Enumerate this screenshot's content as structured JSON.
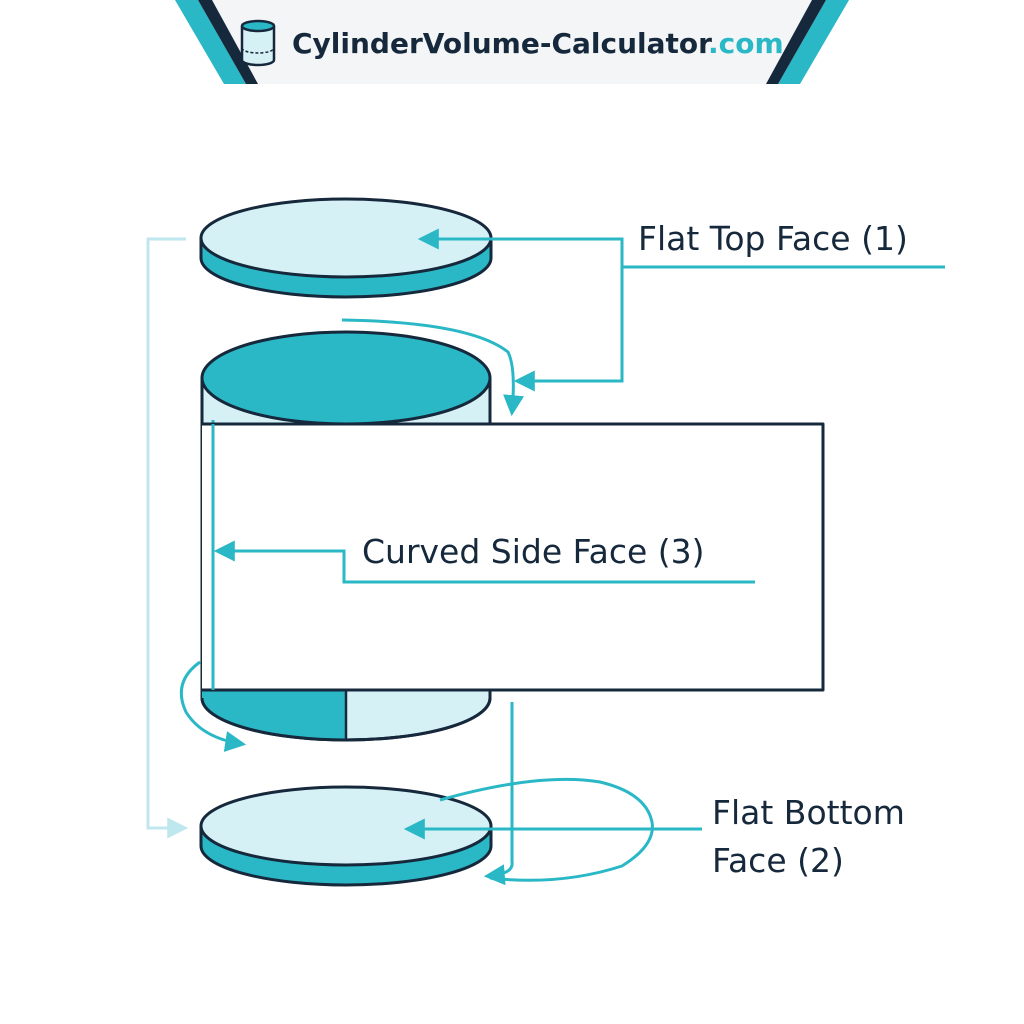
{
  "header": {
    "site_name_main": "CylinderVolume-Calculator",
    "site_name_tld": ".com",
    "logo_icon": "cylinder-icon"
  },
  "labels": {
    "top_text": "Flat Top Face ",
    "top_num": "(1)",
    "side_text": "Curved Side Face ",
    "side_num": "(3)",
    "bottom_line1": "Flat Bottom",
    "bottom_text2": "Face ",
    "bottom_num": "(2)"
  },
  "colors": {
    "navy": "#16283b",
    "teal": "#2ab8c6",
    "light_teal": "#d6f1f5",
    "pale_line": "#bfe7ee",
    "header_bg": "#f3f5f6"
  }
}
